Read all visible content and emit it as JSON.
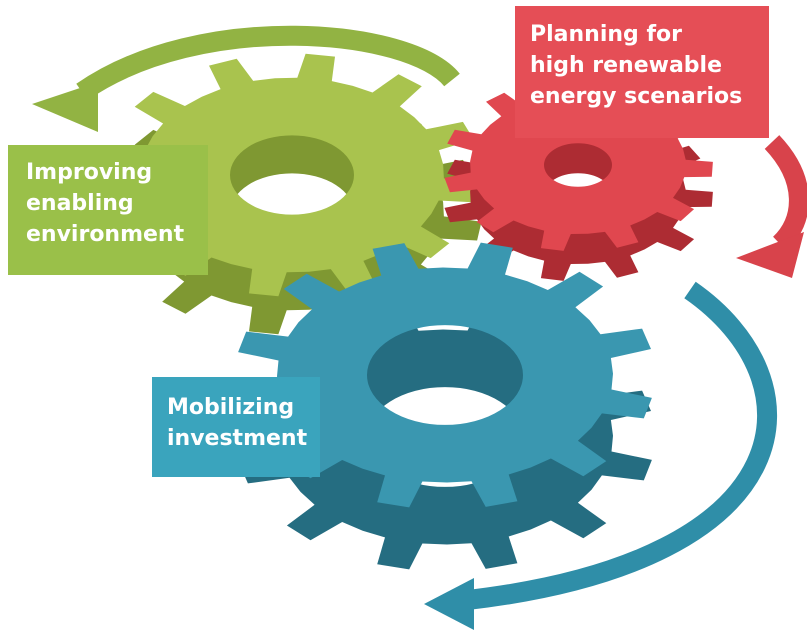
{
  "colors": {
    "green": "#a9c34e",
    "green_dark": "#7f9832",
    "green_label": "#9ac049",
    "red": "#e0474f",
    "red_dark": "#ad2c33",
    "red_label": "#e54e56",
    "blue": "#3a97b0",
    "blue_dark": "#256d81",
    "blue_label": "#3aa4bd",
    "arrow_green": "#92b343",
    "arrow_red": "#d8434b",
    "arrow_blue": "#2f8ea8"
  },
  "labels": {
    "enabling": "Improving\nenabling\nenvironment",
    "planning": "Planning for\nhigh renewable\nenergy scenarios",
    "investment": "Mobilizing\ninvestment"
  }
}
